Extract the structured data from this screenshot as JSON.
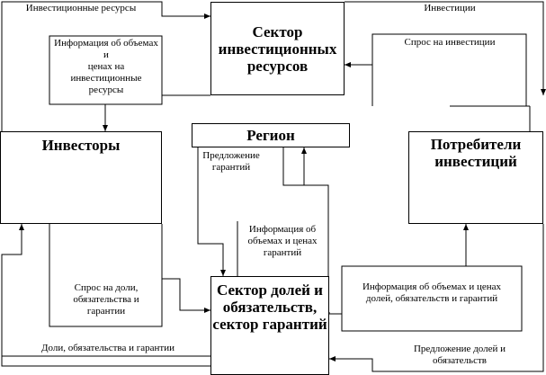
{
  "nodes": {
    "investment_resources_sector": "Сектор\nинвестиционных\nресурсов",
    "investors": "Инвесторы",
    "region": "Регион",
    "investment_consumers": "Потребители\nинвестиций",
    "shares_sector": "Сектор долей и\nобязательств,\nсектор гарантий"
  },
  "flows": {
    "investment_resources": "Инвестиционные ресурсы",
    "resources_info": "Информация об объемах и\nценах на инвестиционные\nресурсы",
    "investments": "Инвестиции",
    "investment_demand": "Спрос на инвестиции",
    "guarantee_offer": "Предложение\nгарантий",
    "shares_info_center": "Информация об\nобъемах и ценах\nгарантий",
    "shares_demand": "Спрос на доли,\nобязательства и\nгарантии",
    "shares_info_right": "Информация об объемах и ценах\nдолей, обязательств и гарантий",
    "shares_flow": "Доли, обязательства и гарантии",
    "shares_offer": "Предложение долей и\nобязательств"
  }
}
